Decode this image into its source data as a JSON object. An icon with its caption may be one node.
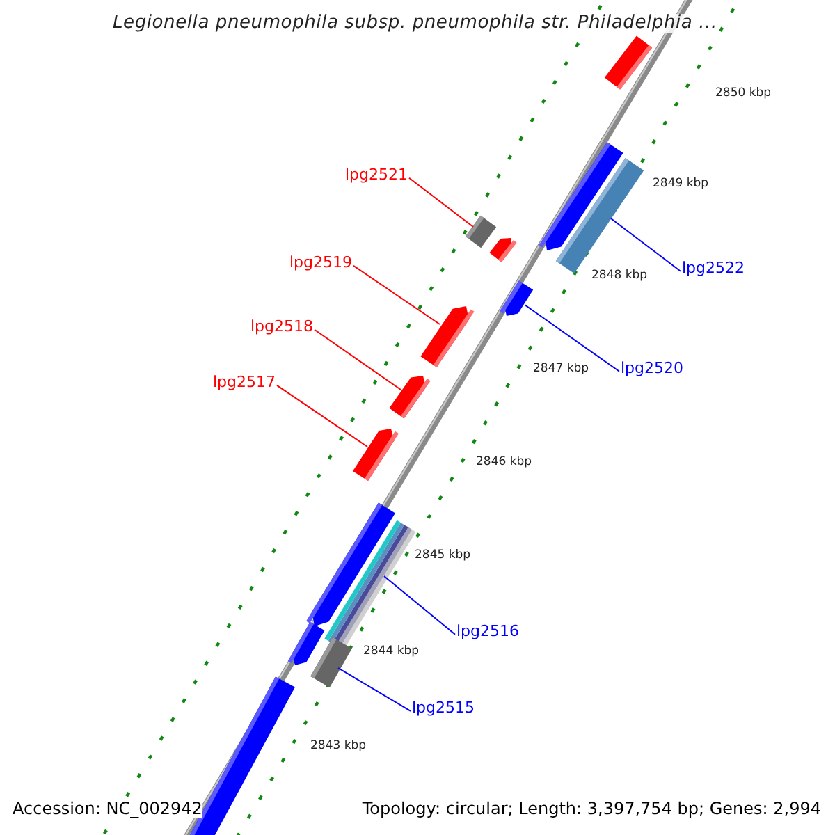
{
  "diagram": {
    "title": "Legionella pneumophila subsp. pneumophila str. Philadelphia ...",
    "nodes": [
      {
        "text": [],
        "shape": "bar"
      },
      {
        "text": [],
        "shape": "arrow"
      },
      {
        "text": [],
        "shape": "bar"
      },
      {
        "text": [
          "lpg2521"
        ]
      },
      {
        "text": [],
        "shape": "box"
      },
      {
        "text": [],
        "shape": "arrow"
      },
      {
        "text": [
          "lpg2519"
        ]
      },
      {
        "text": [
          "lpg2522"
        ]
      },
      {
        "text": [],
        "shape": "arrow"
      },
      {
        "text": [],
        "shape": "arrow"
      },
      {
        "text": [
          "lpg2518"
        ]
      },
      {
        "text": [
          "lpg2520"
        ]
      },
      {
        "text": [],
        "shape": "arrow"
      },
      {
        "text": [
          "lpg2517"
        ]
      },
      {
        "text": [],
        "shape": "arrow"
      },
      {
        "text": [],
        "shape": "arrow"
      },
      {
        "text": [],
        "shape": "bar"
      },
      {
        "text": [
          "lpg2516"
        ]
      },
      {
        "text": [],
        "shape": "arrow"
      },
      {
        "text": [],
        "shape": "box"
      },
      {
        "text": [
          "lpg2515"
        ]
      },
      {
        "text": [],
        "shape": "arrow"
      }
    ],
    "edges": [
      {
        "from": 3,
        "to": 4,
        "arrow": "none"
      },
      {
        "from": 6,
        "to": 9,
        "arrow": "none"
      },
      {
        "from": 7,
        "to": 2,
        "arrow": "none",
        "color": "#0000ff"
      },
      {
        "from": 10,
        "to": 12,
        "arrow": "none"
      },
      {
        "from": 11,
        "to": 8,
        "arrow": "none",
        "color": "#0000ff"
      },
      {
        "from": 13,
        "to": 14,
        "arrow": "none"
      },
      {
        "from": 17,
        "to": 16,
        "arrow": "none",
        "color": "#0000ff"
      },
      {
        "from": 20,
        "to": 19,
        "arrow": "none",
        "color": "#0000ff"
      }
    ],
    "labels": [
      "2850 kbp",
      "2849 kbp",
      "2848 kbp",
      "2847 kbp",
      "2846 kbp",
      "2845 kbp",
      "2844 kbp",
      "2843 kbp",
      "Accession: NC_002942",
      "Topology: circular; Length: 3,397,754 bp; Genes: 2,994"
    ]
  }
}
